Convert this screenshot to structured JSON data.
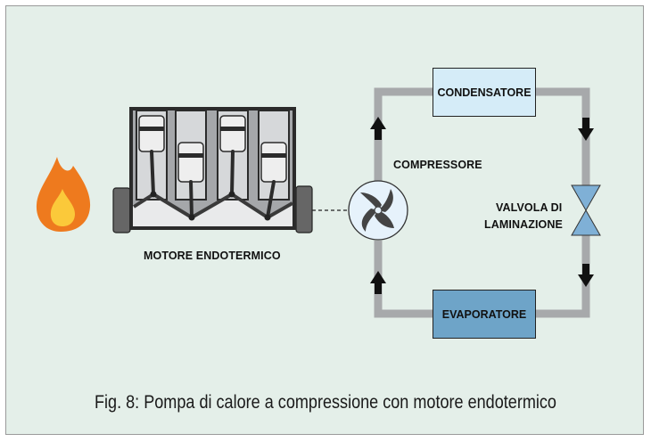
{
  "labels": {
    "condensatore": "CONDENSATORE",
    "compressore": "COMPRESSORE",
    "valvola_line1": "VALVOLA DI",
    "valvola_line2": "LAMINAZIONE",
    "evaporatore": "EVAPORATORE",
    "motore": "MOTORE ENDOTERMICO"
  },
  "caption": "Fig. 8: Pompa di calore a compressione con motore endotermico",
  "colors": {
    "background": "#e4efe9",
    "pipe": "#a7a9ab",
    "condensatore_fill": "#d5ecf8",
    "evaporatore_fill": "#6ea4c8",
    "compressor_fill": "#e6f2fb",
    "valve_fill": "#7fb0d6",
    "engine_block": "#a5a7aa",
    "engine_dark": "#2a2a2a",
    "flame_outer": "#ee7a1e",
    "flame_inner": "#fbc93a",
    "arrow": "#111111"
  },
  "icons": [
    "flame-icon",
    "compressor-fan-icon",
    "expansion-valve-icon",
    "flow-arrow-icon"
  ]
}
